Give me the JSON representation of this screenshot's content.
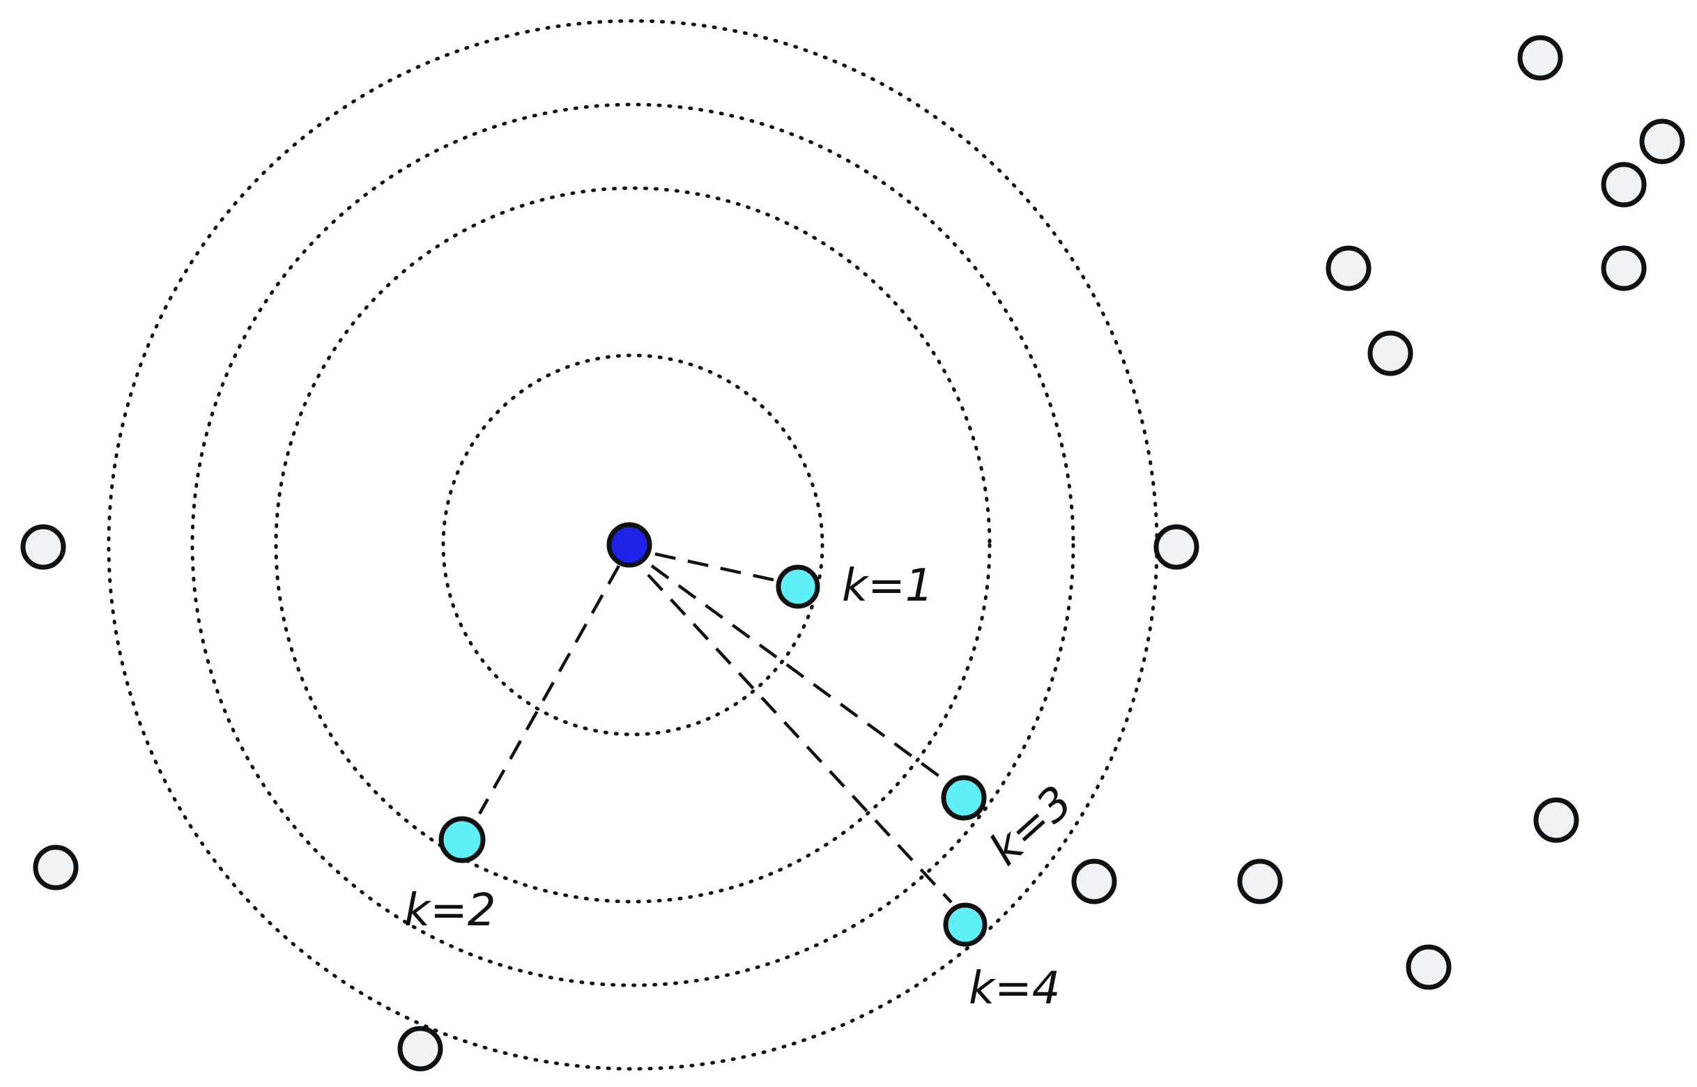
{
  "colors": {
    "query_point": "#1f23e8",
    "neighbor_point": "#5ff0f7",
    "other_point": "#eef2f5",
    "outline": "#111111"
  },
  "neighbors": [
    {
      "label": "k=1",
      "rank": 1
    },
    {
      "label": "k=2",
      "rank": 2
    },
    {
      "label": "k=3",
      "rank": 3
    },
    {
      "label": "k=4",
      "rank": 4
    }
  ]
}
